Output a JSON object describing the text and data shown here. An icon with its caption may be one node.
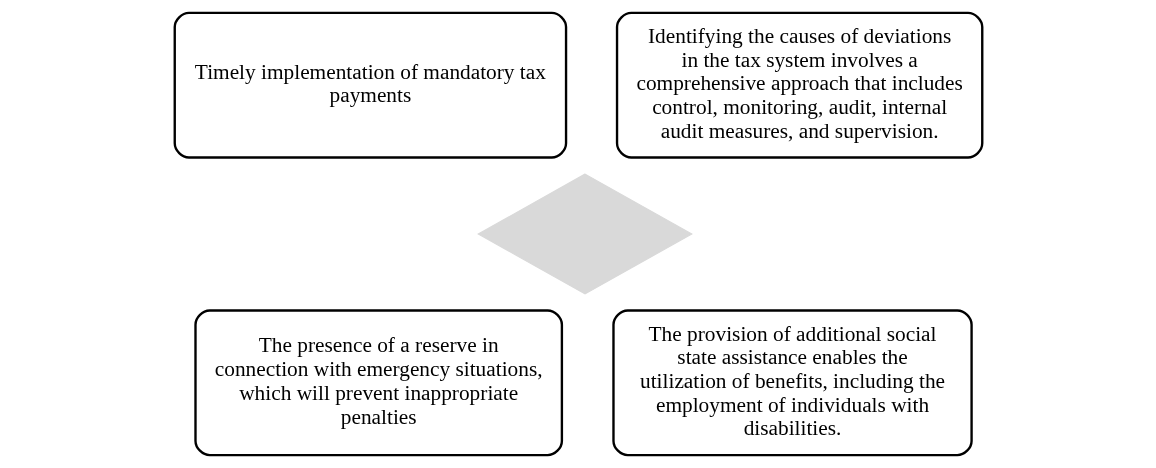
{
  "diagram": {
    "nodes": [
      {
        "text": [],
        "shape": "diamond"
      },
      {
        "text": [
          "Timely implementation of mandatory tax payments"
        ]
      },
      {
        "text": [
          "Identifying the causes of deviations in the tax system involves a comprehensive approach that includes control, monitoring, audit, internal audit measures, and supervision."
        ]
      },
      {
        "text": [
          "The presence of a reserve in connection with emergency situations, which will prevent inappropriate penalties"
        ]
      },
      {
        "text": [
          "The provision of additional social state assistance enables the utilization of benefits, including the employment of individuals with disabilities."
        ]
      }
    ]
  }
}
